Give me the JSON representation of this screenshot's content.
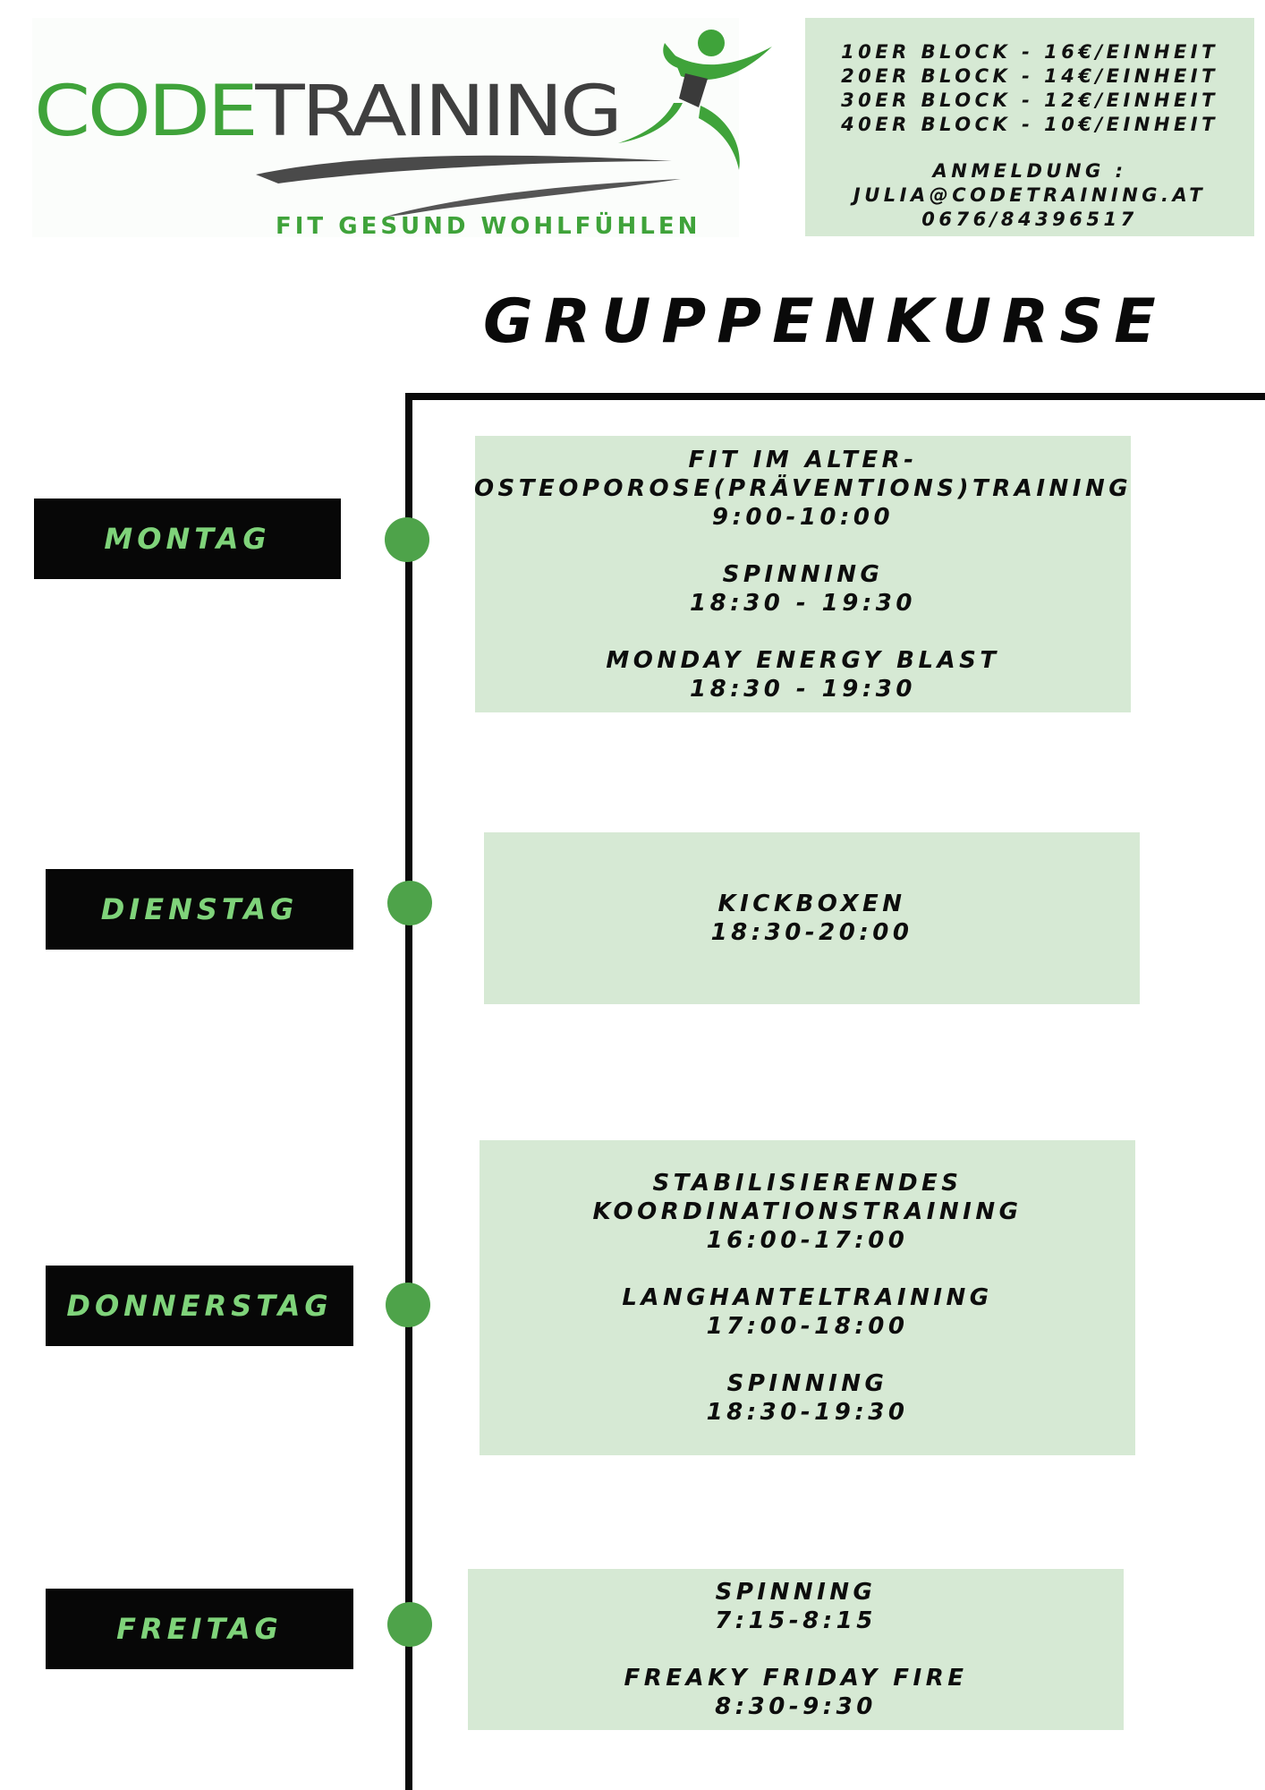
{
  "brand": {
    "name_part1": "CODE",
    "name_part2": "TRAINING",
    "tagline": "FIT GESUND WOHLFÜHLEN"
  },
  "pricing": {
    "blocks": [
      "10ER BLOCK - 16€/EINHEIT",
      "20ER BLOCK - 14€/EINHEIT",
      "30ER BLOCK - 12€/EINHEIT",
      "40ER BLOCK - 10€/EINHEIT"
    ],
    "signup_label": "ANMELDUNG :",
    "email": "JULIA@CODETRAINING.AT",
    "phone": "0676/84396517"
  },
  "title": "GRUPPENKURSE",
  "colors": {
    "accent_green": "#4ea34a",
    "logo_green": "#3fa33a",
    "card_bg": "#d6e9d4",
    "label_text": "#7fd37a",
    "dark": "#070707"
  },
  "days": [
    {
      "label": "MONTAG",
      "sessions": [
        {
          "lines": [
            "FIT IM ALTER-",
            "OSTEOPOROSE(PRÄVENTIONS)TRAINING",
            "9:00-10:00"
          ]
        },
        {
          "lines": [
            "SPINNING",
            "18:30 - 19:30"
          ]
        },
        {
          "lines": [
            "MONDAY ENERGY BLAST",
            "18:30 - 19:30"
          ]
        }
      ]
    },
    {
      "label": "DIENSTAG",
      "sessions": [
        {
          "lines": [
            "KICKBOXEN",
            "18:30-20:00"
          ]
        }
      ]
    },
    {
      "label": "DONNERSTAG",
      "sessions": [
        {
          "lines": [
            "STABILISIERENDES",
            "KOORDINATIONSTRAINING",
            "16:00-17:00"
          ]
        },
        {
          "lines": [
            "LANGHANTELTRAINING",
            "17:00-18:00"
          ]
        },
        {
          "lines": [
            "SPINNING",
            "18:30-19:30"
          ]
        }
      ]
    },
    {
      "label": "FREITAG",
      "sessions": [
        {
          "lines": [
            "SPINNING",
            "7:15-8:15"
          ]
        },
        {
          "lines": [
            "FREAKY FRIDAY FIRE",
            "8:30-9:30"
          ]
        }
      ]
    }
  ]
}
